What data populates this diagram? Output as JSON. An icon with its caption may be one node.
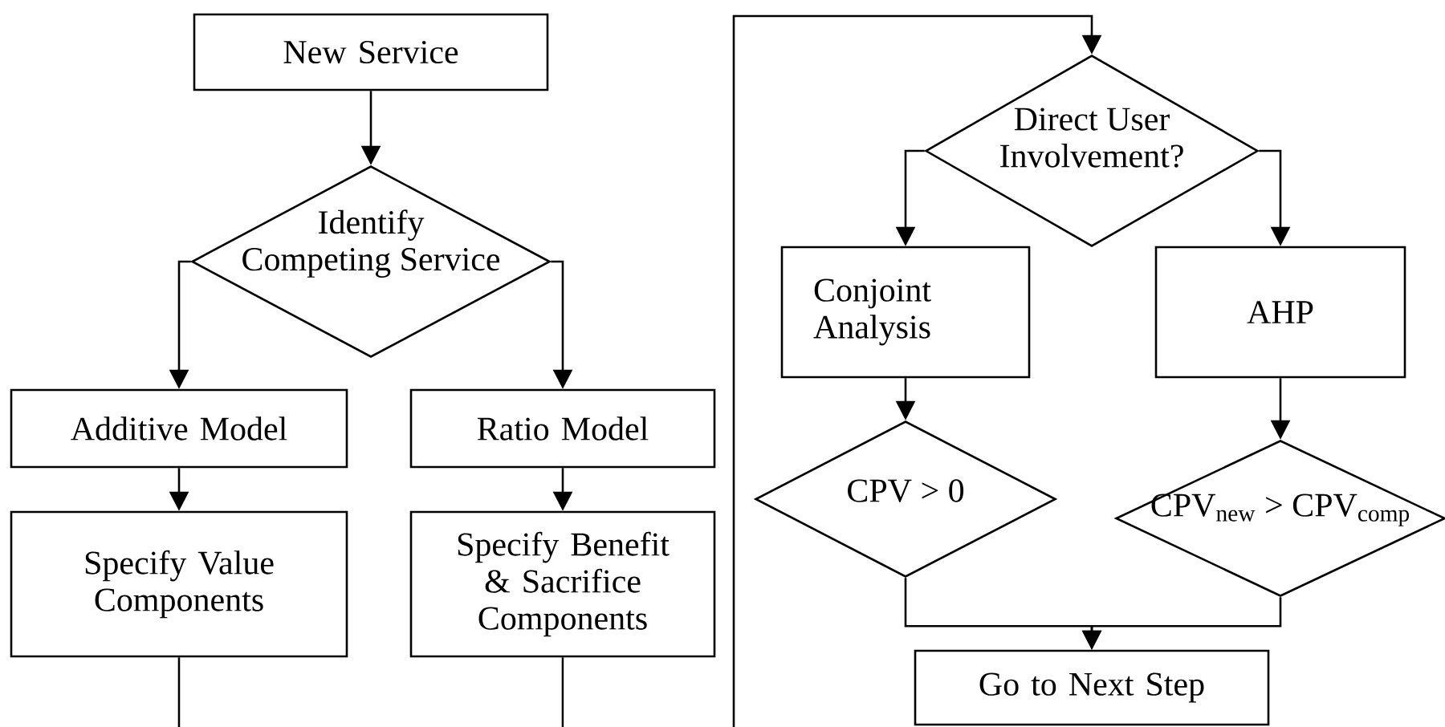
{
  "diagram": {
    "nodes": [
      {
        "text": [
          "New Service"
        ]
      },
      {
        "text": [
          "Identify Competing Service"
        ]
      },
      {
        "text": [
          "Additive Model"
        ]
      },
      {
        "text": [
          "Ratio Model"
        ]
      },
      {
        "text": [
          "Specify Value Components"
        ]
      },
      {
        "text": [
          "Specify Benefit & Sacrifice Components"
        ]
      },
      {
        "text": [
          "Direct User Involvement?"
        ]
      },
      {
        "text": [
          "Conjoint Analysis"
        ]
      },
      {
        "text": [
          "AHP"
        ]
      },
      {
        "text": [
          "CPV > 0"
        ]
      },
      {
        "text": [
          "CPV$_{new}$ > CPV$_{comp}$"
        ]
      },
      {
        "text": [
          "Go to Next Step"
        ]
      }
    ],
    "edges": [
      {
        "from": 0,
        "to": 1,
        "arrow": "to"
      },
      {
        "from": 1,
        "to": 2,
        "arrow": "to"
      },
      {
        "from": 1,
        "to": 3,
        "arrow": "to"
      },
      {
        "from": 2,
        "to": 4,
        "arrow": "to"
      },
      {
        "from": 3,
        "to": 5,
        "arrow": "to"
      },
      {
        "from": 4,
        "to": null,
        "arrow": "none"
      },
      {
        "from": 5,
        "to": null,
        "arrow": "none"
      },
      {
        "from": null,
        "to": 6,
        "arrow": "to"
      },
      {
        "from": 6,
        "to": 7,
        "arrow": "to"
      },
      {
        "from": 6,
        "to": 8,
        "arrow": "to"
      },
      {
        "from": 7,
        "to": 9,
        "arrow": "to"
      },
      {
        "from": 8,
        "to": 10,
        "arrow": "to"
      },
      {
        "from": 9,
        "to": 11,
        "arrow": "to"
      },
      {
        "from": 10,
        "to": 11,
        "arrow": "to"
      }
    ]
  }
}
